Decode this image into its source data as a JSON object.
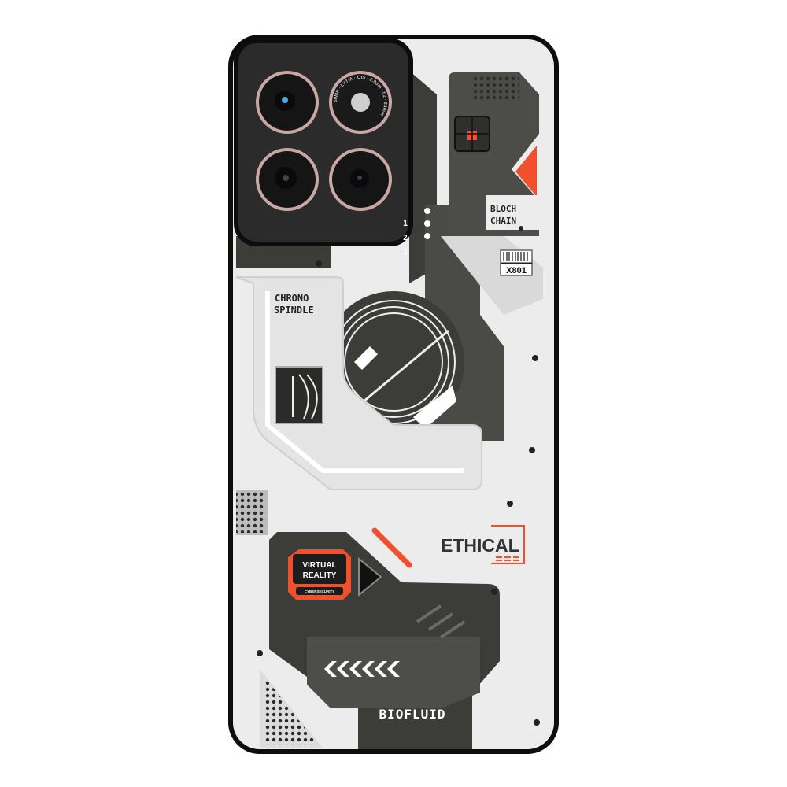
{
  "product": {
    "camera": {
      "lens_ring_text": "50MP · LYTIA · OIS · 2.0μm · f/2 · 24mm"
    },
    "scale_marks": [
      "1",
      "2",
      "1"
    ],
    "labels": {
      "bloch": "BLOCH",
      "chain": "CHAIN",
      "barcode_code": "X801",
      "chrono": "CHRONO",
      "spindle": "SPINDLE",
      "ethical": "ETHICAL",
      "virtual": "VIRTUAL",
      "reality": "REALITY",
      "cybersecurity": "CYBERSECURITY",
      "biofluid": "BIOFLUID"
    },
    "colors": {
      "accent": "#f0502e",
      "dark": "#3c3d39",
      "light": "#ececec",
      "frame": "#0d0d0d"
    }
  }
}
